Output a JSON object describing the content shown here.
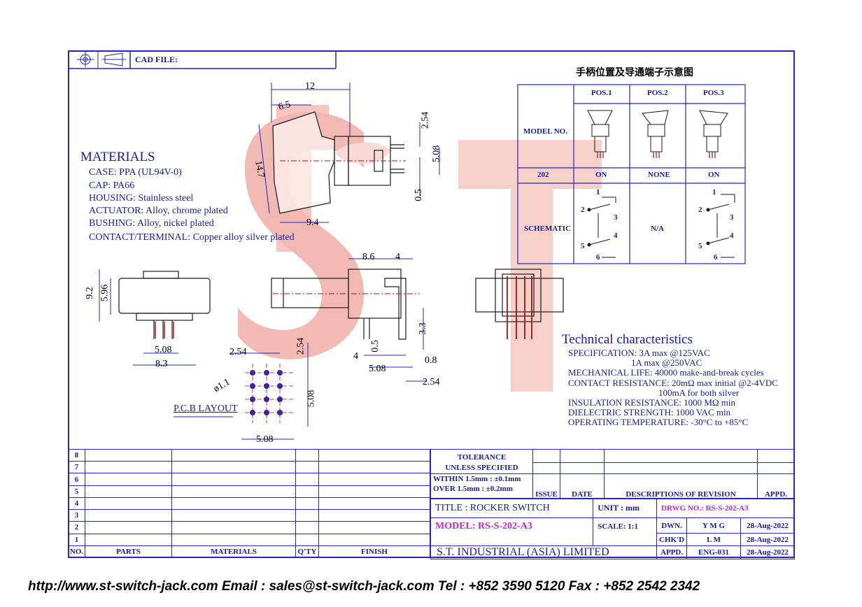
{
  "header": {
    "cad_file_label": "CAD FILE:"
  },
  "materials": {
    "title": "MATERIALS",
    "lines": [
      "CASE: PPA (UL94V-0)",
      "CAP: PA66",
      "HOUSING: Stainless steel",
      "ACTUATOR: Alloy, chrome plated",
      "BUSHING: Alloy, nickel plated",
      "CONTACT/TERMINAL: Copper alloy silver plated"
    ]
  },
  "dims": {
    "d12": "12",
    "d65": "6.5",
    "d254a": "2.54",
    "d508a": "5.08",
    "d147": "14.7",
    "d05a": "0.5",
    "d94": "9.4",
    "d86": "8.6",
    "d4a": "4",
    "d33": "3.3",
    "d05b": "0.5",
    "d4b": "4",
    "d08": "0.8",
    "d508b": "5.08",
    "d254b": "2.54",
    "d92": "9.2",
    "d596": "5.96",
    "d508c": "5.08",
    "d83": "8.3",
    "d254c": "2.54",
    "d254d": "2.54",
    "d11": "ø1.1",
    "d508d": "5.08",
    "d508e": "5.08"
  },
  "pcb_label": "P.C.B LAYOUT",
  "position_table": {
    "title": "手柄位置及导通端子示意图",
    "headers": [
      "POS.1",
      "POS.2",
      "POS.3"
    ],
    "model_label": "MODEL NO.",
    "model": "202",
    "states": [
      "ON",
      "NONE",
      "ON"
    ],
    "schematic_label": "SCHEMATIC",
    "na": "N/A",
    "terminals": [
      "1",
      "2",
      "3",
      "4",
      "5",
      "6"
    ]
  },
  "technical": {
    "title": "Technical characteristics",
    "lines": [
      "SPECIFICATION: 3A max @125VAC",
      "1A max @250VAC",
      "MECHANICAL LIFE: 40000 make-and-break cycles",
      "CONTACT RESISTANCE: 20mΩ max initial @2-4VDC",
      "100mA for both silver",
      "INSULATION RESISTANCE: 1000 MΩ min",
      "DIELECTRIC STRENGTH: 1000 VAC min",
      "OPERATING TEMPERATURE: -30°C to +85°C"
    ]
  },
  "bom": {
    "rows": [
      "8",
      "7",
      "6",
      "5",
      "4",
      "3",
      "2",
      "1"
    ],
    "headers": [
      "NO.",
      "PARTS",
      "MATERIALS",
      "Q'TY",
      "FINISH"
    ]
  },
  "tolerance": {
    "title": "TOLERANCE",
    "subtitle": "UNLESS   SPECIFIED",
    "within": "WITHIN  1.5mm : ±0.1mm",
    "over": "OVER    1.5mm : ±0.2mm"
  },
  "revision": {
    "issue": "ISSUE",
    "date": "DATE",
    "desc": "DESCRIPTIONS OF REVISION",
    "appd": "APPD."
  },
  "titleblock": {
    "title": "TITLE : ROCKER SWITCH",
    "unit": "UNIT :   mm",
    "drwg": "DRWG NO.: RS-S-202-A3",
    "model": "MODEL: RS-S-202-A3",
    "scale": "SCALE:   1:1",
    "company": "S.T. INDUSTRIAL  (ASIA)  LIMITED",
    "dwn_label": "DWN.",
    "dwn": "Y M G",
    "dwn_date": "28-Aug-2022",
    "chk_label": "CHK'D",
    "chk": "L M",
    "chk_date": "28-Aug-2022",
    "appd_label": "APPD.",
    "appd": "ENG-031",
    "appd_date": "28-Aug-2022"
  },
  "footer": "http://www.st-switch-jack.com  Email : sales@st-switch-jack.com  Tel : +852 3590 5120  Fax : +852 2542 2342",
  "colors": {
    "line": "#2424c8",
    "text": "#1a1aa8",
    "model": "#d21ed2",
    "watermark": "#f5c4bd",
    "wire": "#b01010"
  }
}
